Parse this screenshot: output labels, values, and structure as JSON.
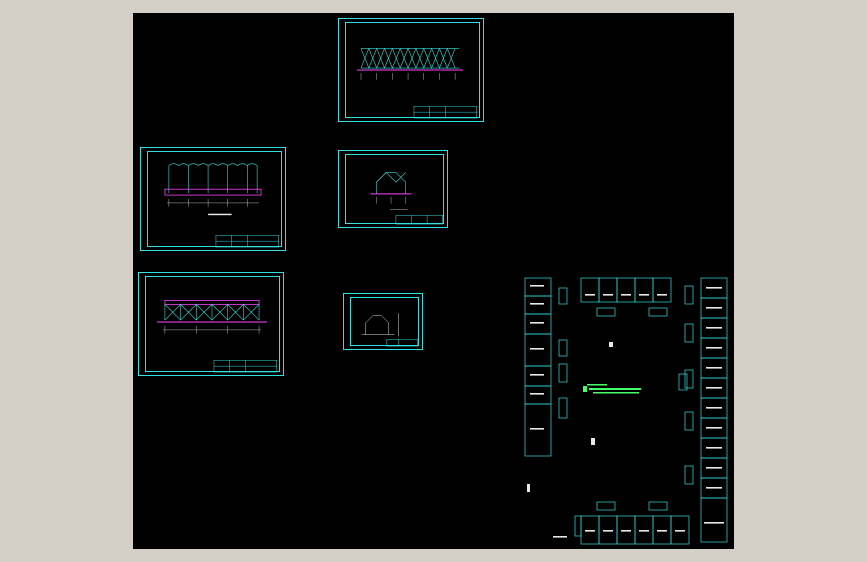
{
  "viewer": {
    "background_color": "#d4d0c8",
    "canvas_color": "#000000",
    "line_colors": {
      "frame": "#33e0e0",
      "structure": "#ff44ff",
      "text": "#e8e8e8",
      "dimension": "#44ff66"
    }
  },
  "sheets": [
    {
      "id": "front-elevation-sheet"
    },
    {
      "id": "side-elevation-sheet"
    },
    {
      "id": "section-sheet"
    },
    {
      "id": "rear-elevation-sheet"
    },
    {
      "id": "detail-sheet"
    }
  ],
  "floor_plan": {
    "icons": [
      "door-icon",
      "room-block-icon"
    ]
  }
}
